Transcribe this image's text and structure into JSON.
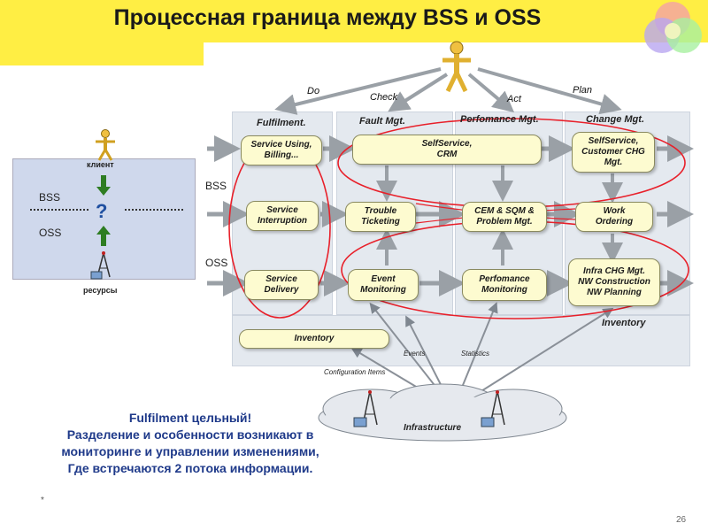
{
  "title": "Процессная граница между BSS и OSS",
  "left_panel": {
    "client_label": "клиент",
    "bss": "BSS",
    "oss": "OSS",
    "question": "?",
    "resources_label": "ресурсы"
  },
  "row_labels": {
    "bss": "BSS",
    "oss": "OSS"
  },
  "cycle": {
    "do": "Do",
    "check": "Check",
    "act": "Act",
    "plan": "Plan"
  },
  "columns": {
    "fulfilment": "Fulfilment.",
    "fault": "Fault Mgt.",
    "performance": "Perfomance Mgt.",
    "change": "Change Mgt.",
    "inventory": "Inventory"
  },
  "boxes": {
    "service_using": "Service Using,\nBilling...",
    "service_interruption": "Service\nInterruption",
    "service_delivery": "Service\nDelivery",
    "selfservice_crm": "SelfService,\nCRM",
    "trouble_ticketing": "Trouble\nTicketing",
    "event_monitoring": "Event\nMonitoring",
    "cem_sqm": "CEM & SQM &\nProblem Mgt.",
    "performance_monitoring": "Perfomance\nMonitoring",
    "selfservice_chg": "SelfService,\nCustomer CHG\nMgt.",
    "work_ordering": "Work\nOrdering",
    "infra_chg": "Infra CHG Mgt.\nNW Construction\nNW Planning",
    "inventory": "Inventory"
  },
  "flow_labels": {
    "events": "Events",
    "statistics": "Statistics",
    "configuration_items": "Configuration Items",
    "infrastructure": "Infrastructure"
  },
  "bottom_text": [
    "Fulfilment цельный!",
    "Разделение и особенности возникают в",
    "мониторинге и управлении изменениями,",
    "Где встречаются 2 потока информации."
  ],
  "footnote": "*",
  "page_number": "26",
  "colors": {
    "title_bar": "#ffee44",
    "highlight": "#e8202a",
    "bottom_text": "#1f3a8a",
    "box_fill": "#fdfbd0"
  }
}
